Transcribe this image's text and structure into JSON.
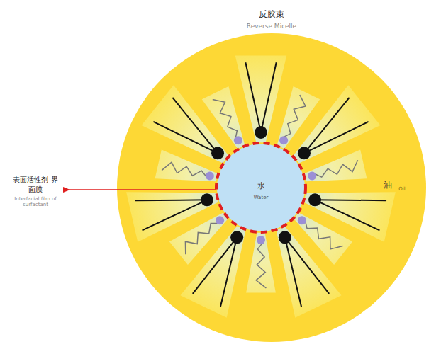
{
  "diagram": {
    "nodes": [
      {
        "text": [
          "反胶束",
          "Reverse Micelle",
          "油",
          "Oil"
        ]
      },
      {
        "text": [
          "水",
          "Water"
        ],
        "in": 0
      }
    ],
    "labels": [
      "表面活性剂 界面膜",
      "Interfacial film of surfactant"
    ]
  }
}
